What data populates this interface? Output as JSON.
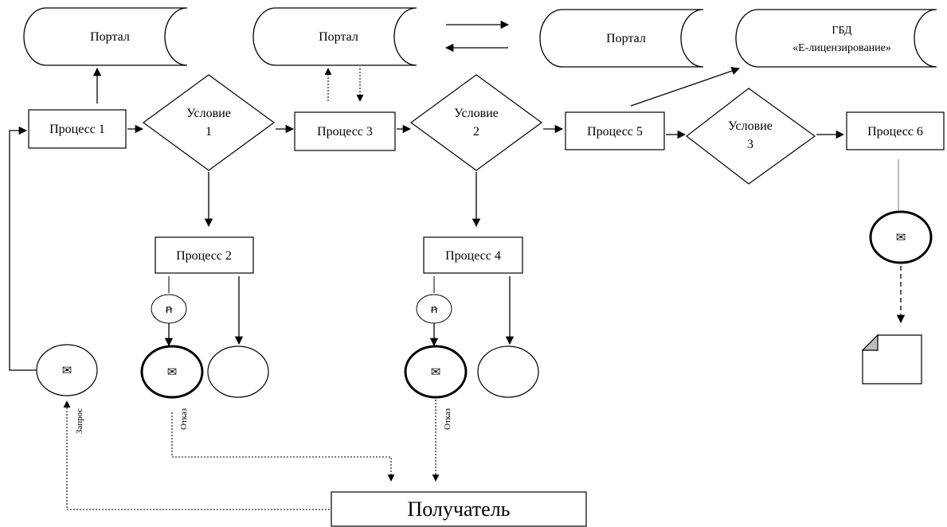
{
  "portals": {
    "p1": "Портал",
    "p2": "Портал",
    "p3": "Портал",
    "gbd_line1": "ГБД",
    "gbd_line2": "«Е-лицензирование»"
  },
  "processes": {
    "proc1": "Процесс 1",
    "proc2": "Процесс 2",
    "proc3": "Процесс 3",
    "proc4": "Процесс 4",
    "proc5": "Процесс 5",
    "proc6": "Процесс 6"
  },
  "conditions": {
    "cond1_line1": "Условие",
    "cond1_line2": "1",
    "cond2_line1": "Условие",
    "cond2_line2": "2",
    "cond3_line1": "Условие",
    "cond3_line2": "3"
  },
  "receiver": "Получатель",
  "side_labels": {
    "request": "Запрос",
    "reject1": "Отказ",
    "reject2": "Отказ"
  },
  "icons": {
    "envelope": "✉",
    "signature": "ꞥ"
  }
}
